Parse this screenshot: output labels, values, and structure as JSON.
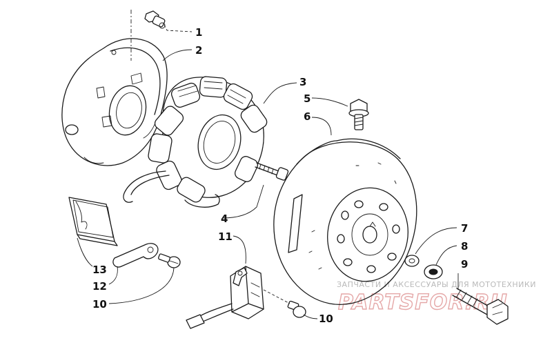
{
  "callouts": {
    "c1": "1",
    "c2": "2",
    "c3": "3",
    "c4": "4",
    "c5": "5",
    "c6": "6",
    "c7": "7",
    "c8": "8",
    "c9": "9",
    "c10a": "10",
    "c10b": "10",
    "c11": "11",
    "c12": "12",
    "c13": "13"
  },
  "watermark": {
    "subtitle": "ЗАПЧАСТИ И АКСЕССУАРЫ ДЛЯ МОТОТЕХНИКИ",
    "logo": "PARTSFOR.RU"
  },
  "colors": {
    "line": "#1a1a1a",
    "watermark_text": "#b9b9b9",
    "watermark_logo": "#e5a8a8"
  }
}
